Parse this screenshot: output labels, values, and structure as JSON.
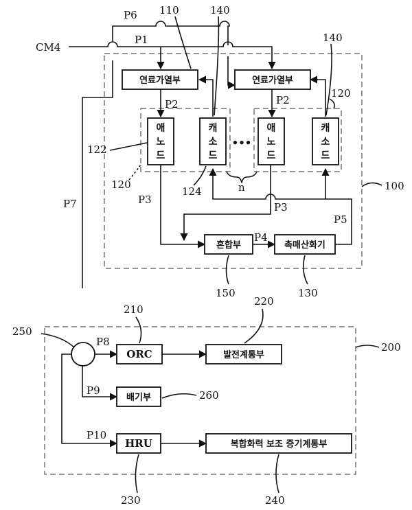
{
  "blocks": {
    "fuel_heater_left": "연료가열부",
    "fuel_heater_right": "연료가열부",
    "anode_left": [
      "애",
      "노",
      "드"
    ],
    "cathode_left": [
      "캐",
      "소",
      "드"
    ],
    "anode_right": [
      "애",
      "노",
      "드"
    ],
    "cathode_right": [
      "캐",
      "소",
      "드"
    ],
    "mixer": "혼합부",
    "catalytic_oxidizer": "촉매산화기",
    "orc": "ORC",
    "power_system": "발전계통부",
    "exhaust": "배기부",
    "hru": "HRU",
    "combined_steam": "복합화력 보조 증기계통부"
  },
  "pipes": {
    "cm4": "CM4",
    "p1": "P1",
    "p2_left": "P2",
    "p2_right": "P2",
    "p3_left": "P3",
    "p3_right": "P3",
    "p4": "P4",
    "p5": "P5",
    "p6": "P6",
    "p7": "P7",
    "p8": "P8",
    "p9": "P9",
    "p10": "P10"
  },
  "refs": {
    "r110": "110",
    "r140_top": "140",
    "r140_right": "140",
    "r120_right": "120",
    "r122": "122",
    "r120_left": "120",
    "r124": "124",
    "n": "n",
    "r100": "100",
    "r150": "150",
    "r130": "130",
    "r210": "210",
    "r220": "220",
    "r250": "250",
    "r200": "200",
    "r260": "260",
    "r230": "230",
    "r240": "240"
  },
  "ellipsis": "•••"
}
